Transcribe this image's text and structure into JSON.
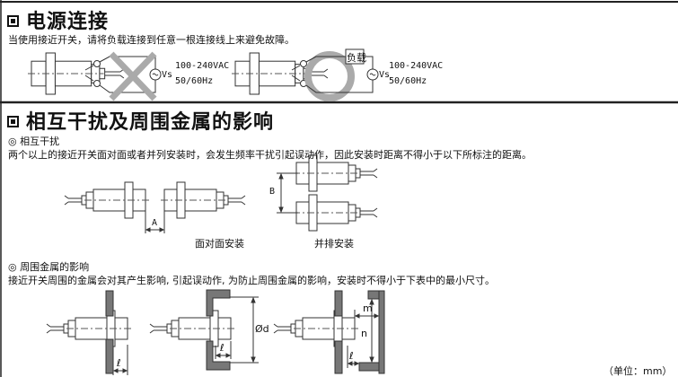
{
  "power": {
    "title": "电源连接",
    "description": "当使用接近开关，请将负载连接到任意一根连接线上来避免故障。",
    "wrong": {
      "source": "Vs",
      "voltage": "100-240VAC",
      "freq": "50/60Hz"
    },
    "right": {
      "load": "负载",
      "source": "Vs",
      "voltage": "100-240VAC",
      "freq": "50/60Hz"
    }
  },
  "interference": {
    "title": "相互干扰及周围金属的影响",
    "mutual": {
      "heading": "◎ 相互干扰",
      "description": "两个以上的接近开关面对面或者并列安装时，会发生频率干扰引起误动作，因此安装时距离不得小于以下所标注的距离。",
      "face_to_face": {
        "dim": "A",
        "caption": "面对面安装"
      },
      "side_by_side": {
        "dim": "B",
        "caption": "并排安装"
      }
    },
    "metal": {
      "heading": "◎ 周围金属的影响",
      "description": "接近开关周围的金属会对其产生影响, 引起误动作, 为防止周围金属的影响，安装时不得小于下表中的最小尺寸。",
      "dims": {
        "l": "ℓ",
        "d": "Ød",
        "m": "m",
        "n": "n"
      },
      "unit": "（单位：mm）"
    }
  }
}
